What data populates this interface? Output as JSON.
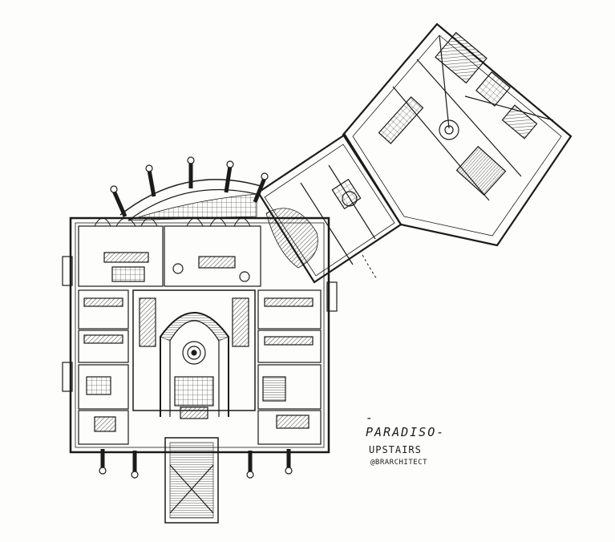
{
  "caption": {
    "title": "-PARADISO-",
    "subtitle": "UPSTAIRS",
    "handle": "@BRARCHITECT"
  },
  "colors": {
    "paper": "#fdfdfb",
    "ink": "#1b1b1b"
  }
}
